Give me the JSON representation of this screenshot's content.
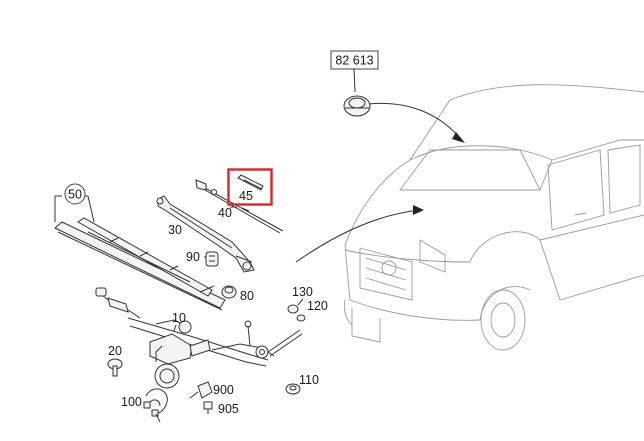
{
  "diagram": {
    "callouts": {
      "p82613": "82 613",
      "p50": "50",
      "p40": "40",
      "p45": "45",
      "p30": "30",
      "p90": "90",
      "p80": "80",
      "p10": "10",
      "p130": "130",
      "p120": "120",
      "p20": "20",
      "p110": "110",
      "p900": "900",
      "p100": "100",
      "p905": "905"
    },
    "highlight_color": "#d9262b"
  }
}
